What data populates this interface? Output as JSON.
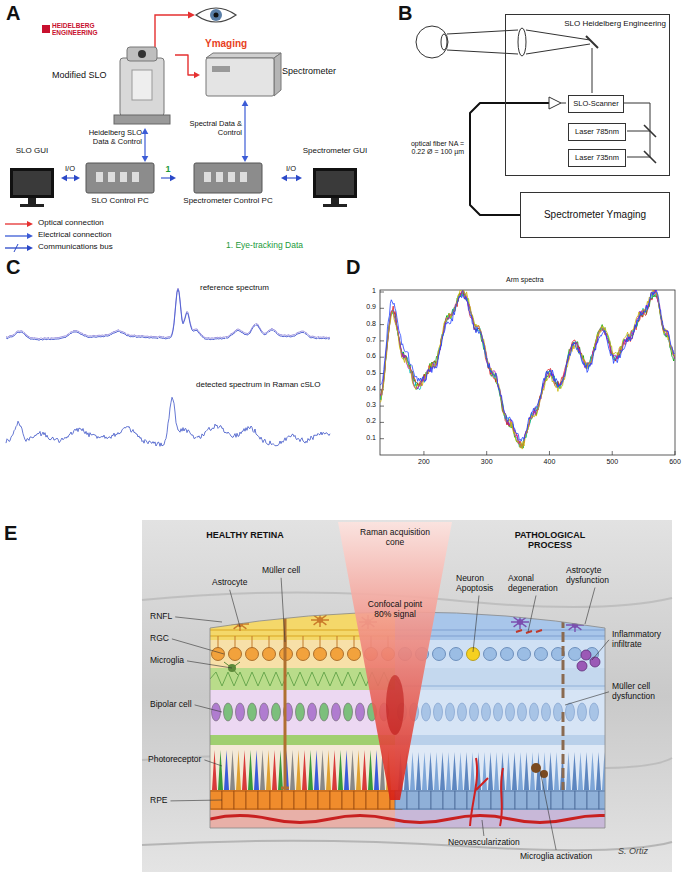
{
  "diagram": {
    "nodes": [
      {
        "text": [
          "Modified SLO"
        ]
      },
      {
        "text": [
          "Ymaging",
          "Spectrometer"
        ]
      },
      {
        "text": [
          "SLO GUI"
        ]
      },
      {
        "text": [
          "SLO Control PC"
        ]
      },
      {
        "text": [
          "Spectrometer Control PC"
        ]
      },
      {
        "text": [
          "Spectrometer GUI"
        ]
      },
      {
        "text": [
          "SLO Heidelberg Engineering"
        ]
      },
      {
        "text": [
          "SLO-Scanner"
        ],
        "in": 6
      },
      {
        "text": [
          "Laser 785nm"
        ],
        "in": 6
      },
      {
        "text": [
          "Laser 735nm"
        ],
        "in": 6
      },
      {
        "text": [
          "Spectrometer Ymaging"
        ]
      }
    ],
    "edges": [
      {
        "from": 0,
        "to": 1,
        "arrow": "to"
      },
      {
        "from": 0,
        "to": 3,
        "label": "Heidelberg SLO Data & Control",
        "arrow": "both"
      },
      {
        "from": 1,
        "to": 4,
        "label": "Spectral Data & Control",
        "arrow": "both"
      },
      {
        "from": 2,
        "to": 3,
        "label": "I/O",
        "arrow": "both"
      },
      {
        "from": 3,
        "to": 4,
        "label": "1",
        "arrow": "to"
      },
      {
        "from": 4,
        "to": 5,
        "label": "I/O",
        "arrow": "both"
      },
      {
        "from": 6,
        "to": 10,
        "label": "optical fiber NA = 0.22 Ø = 100 µm",
        "arrow": "none"
      }
    ],
    "labels": [
      "A",
      "B",
      "C",
      "D",
      "E",
      "HEIDELBERG ENGINEERING",
      "1. Eye-tracking Data",
      "reference spectrum",
      "detected spectrum in Raman cSLO",
      "Arm spectra",
      "0.1",
      "0.2",
      "0.3",
      "0.4",
      "0.5",
      "0.6",
      "0.7",
      "0.8",
      "0.9",
      "1",
      "200",
      "300",
      "400",
      "500",
      "600",
      "HEALTHY RETINA",
      "PATHOLOGICAL PROCESS",
      "Raman acquisition cone",
      "Confocal point 80% signal",
      "Astrocyte",
      "Müller cell",
      "RNFL",
      "RGC",
      "Microglia",
      "Bipolar cell",
      "Photoreceptor",
      "RPE",
      "Neuron Apoptosis",
      "Axonal degeneration",
      "Astrocyte dysfunction",
      "Inflammatory infiltrate",
      "Müller cell dysfunction",
      "Neovascularization",
      "Microglia activation",
      "S. Ortiz"
    ],
    "legend": [
      {
        "text": "Optical connection"
      },
      {
        "text": "Electrical connection"
      },
      {
        "text": "Communications bus"
      }
    ]
  }
}
